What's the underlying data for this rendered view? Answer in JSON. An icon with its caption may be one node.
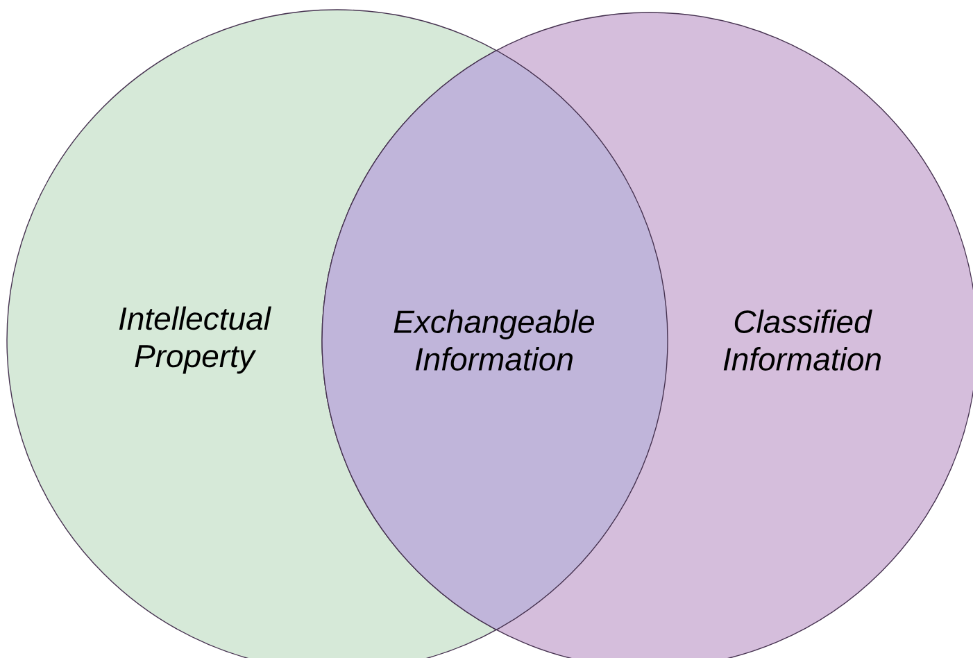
{
  "diagram": {
    "nodes": [
      {
        "text": [
          "Intellectual Property"
        ]
      },
      {
        "text": [
          "Exchangeable Information"
        ]
      },
      {
        "text": [
          "Classified Information"
        ]
      }
    ]
  }
}
